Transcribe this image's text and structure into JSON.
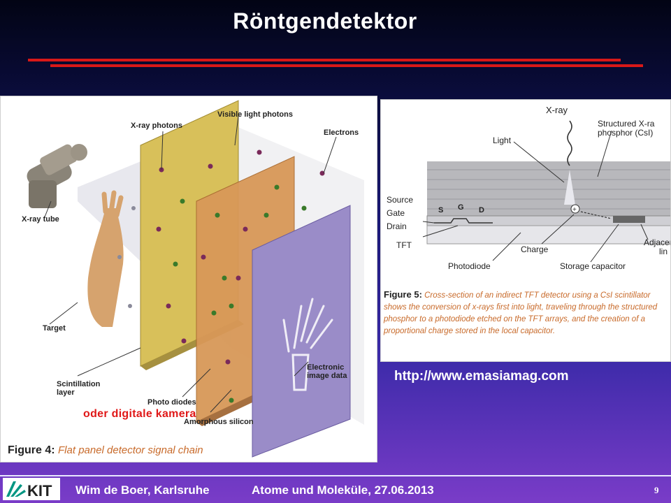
{
  "title": "Röntgendetektor",
  "figure_left": {
    "labels": {
      "xray_photons": "X-ray photons",
      "visible_light": "Visible light photons",
      "electrons": "Electrons",
      "xray_tube": "X-ray tube",
      "target": "Target",
      "scintillation_line1": "Scintillation",
      "scintillation_line2": "layer",
      "photo_diodes": "Photo diodes",
      "amorphous": "Amorphous silicon",
      "electronic_line1": "Electronic",
      "electronic_line2": "image data"
    },
    "caption_number": "Figure 4:",
    "caption_text": "Flat panel detector signal chain",
    "overlay": "oder digitale kamera"
  },
  "figure_right": {
    "labels": {
      "xray": "X-ray",
      "light": "Light",
      "structured_line1": "Structured X-ra",
      "structured_line2": "phosphor (CsI)",
      "source": "Source",
      "gate": "Gate",
      "drain": "Drain",
      "s": "S",
      "g": "G",
      "d": "D",
      "tft": "TFT",
      "charge": "Charge",
      "photodiode": "Photodiode",
      "storage": "Storage capacitor",
      "adjacent_line1": "Adjacen",
      "adjacent_line2": "lin"
    },
    "caption_number": "Figure 5:",
    "caption_text": "Cross-section of an indirect TFT detector using a CsI scintillator shows the conversion of x-rays first into light, traveling through the structured phosphor to a photodiode etched on the TFT arrays, and the creation of a proportional charge stored in the local capacitor."
  },
  "source_url": "http://www.emasiamag.com",
  "footer": {
    "author": "Wim de Boer, Karlsruhe",
    "topic": "Atome und Moleküle, 27.06.2013",
    "page": "9",
    "logo_text": "KIT"
  },
  "colors": {
    "title": "#ffffff",
    "red_rule": "#d81818",
    "overlay_red": "#e01818",
    "caption_orange": "#c86a2a"
  }
}
